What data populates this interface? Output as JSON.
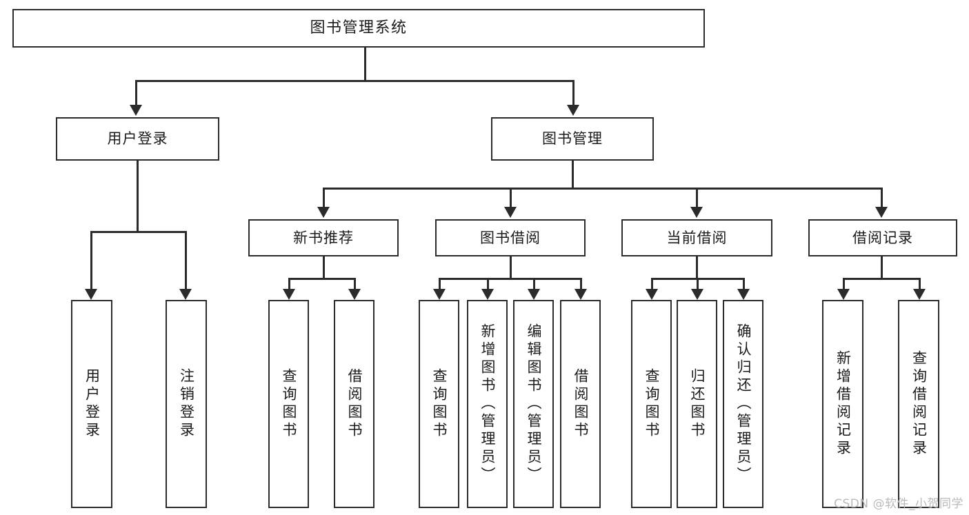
{
  "diagram": {
    "title": "图书管理系统",
    "type": "tree-hierarchy-diagram",
    "colors": {
      "stroke": "#2b2b2b",
      "fill": "#ffffff",
      "text": "#1a1a1a",
      "watermark": "#b9b9b9"
    },
    "levels": {
      "root": {
        "label": "图书管理系统"
      },
      "level2": [
        {
          "label": "用户登录"
        },
        {
          "label": "图书管理"
        }
      ],
      "level3": [
        {
          "label": "新书推荐"
        },
        {
          "label": "图书借阅"
        },
        {
          "label": "当前借阅"
        },
        {
          "label": "借阅记录"
        }
      ],
      "level4": {
        "user_login": [
          {
            "label": "用户登录"
          },
          {
            "label": "注销登录"
          }
        ],
        "new_book_recommend": [
          {
            "label": "查询图书"
          },
          {
            "label": "借阅图书"
          }
        ],
        "book_borrow": [
          {
            "label": "查询图书"
          },
          {
            "label": "新增图书（管理员）"
          },
          {
            "label": "编辑图书（管理员）"
          },
          {
            "label": "借阅图书"
          }
        ],
        "current_borrow": [
          {
            "label": "查询图书"
          },
          {
            "label": "归还图书"
          },
          {
            "label": "确认归还（管理员）"
          }
        ],
        "borrow_record": [
          {
            "label": "新增借阅记录"
          },
          {
            "label": "查询借阅记录"
          }
        ]
      }
    }
  },
  "watermark": {
    "text": "CSDN @软件_小贺同学"
  }
}
